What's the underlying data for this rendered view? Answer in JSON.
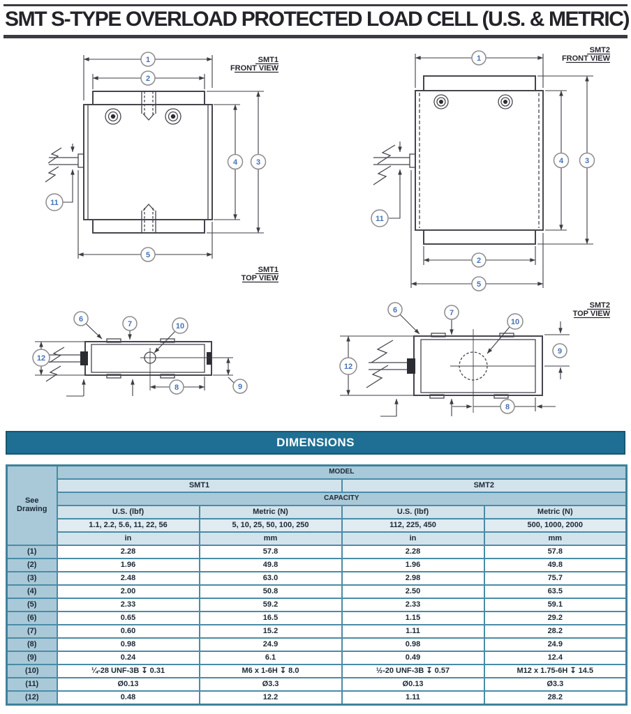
{
  "page": {
    "title": "SMT S-TYPE OVERLOAD PROTECTED LOAD CELL (U.S. & METRIC)"
  },
  "drawings": {
    "smt1_front": {
      "model": "SMT1",
      "view": "FRONT VIEW"
    },
    "smt1_top": {
      "model": "SMT1",
      "view": "TOP VIEW"
    },
    "smt2_front": {
      "model": "SMT2",
      "view": "FRONT VIEW"
    },
    "smt2_top": {
      "model": "SMT2",
      "view": "TOP VIEW"
    },
    "balloons": {
      "b1": "1",
      "b2": "2",
      "b3": "3",
      "b4": "4",
      "b5": "5",
      "b6": "6",
      "b7": "7",
      "b8": "8",
      "b9": "9",
      "b10": "10",
      "b11": "11",
      "b12": "12"
    }
  },
  "dimensions_heading": "DIMENSIONS",
  "table": {
    "headers": {
      "see_drawing": "See Drawing",
      "model": "MODEL",
      "capacity": "CAPACITY",
      "smt1": "SMT1",
      "smt2": "SMT2",
      "us_lbf_1": "U.S. (lbf)",
      "metric_n_1": "Metric (N)",
      "us_lbf_2": "U.S. (lbf)",
      "metric_n_2": "Metric (N)",
      "cap_smt1_us": "1.1, 2.2, 5.6, 11, 22, 56",
      "cap_smt1_metric": "5, 10, 25, 50, 100, 250",
      "cap_smt2_us": "112, 225, 450",
      "cap_smt2_metric": "500, 1000, 2000",
      "unit_in_1": "in",
      "unit_mm_1": "mm",
      "unit_in_2": "in",
      "unit_mm_2": "mm"
    },
    "rows": [
      {
        "ref": "(1)",
        "values": [
          "2.28",
          "57.8",
          "2.28",
          "57.8"
        ]
      },
      {
        "ref": "(2)",
        "values": [
          "1.96",
          "49.8",
          "1.96",
          "49.8"
        ]
      },
      {
        "ref": "(3)",
        "values": [
          "2.48",
          "63.0",
          "2.98",
          "75.7"
        ]
      },
      {
        "ref": "(4)",
        "values": [
          "2.00",
          "50.8",
          "2.50",
          "63.5"
        ]
      },
      {
        "ref": "(5)",
        "values": [
          "2.33",
          "59.2",
          "2.33",
          "59.1"
        ]
      },
      {
        "ref": "(6)",
        "values": [
          "0.65",
          "16.5",
          "1.15",
          "29.2"
        ]
      },
      {
        "ref": "(7)",
        "values": [
          "0.60",
          "15.2",
          "1.11",
          "28.2"
        ]
      },
      {
        "ref": "(8)",
        "values": [
          "0.98",
          "24.9",
          "0.98",
          "24.9"
        ]
      },
      {
        "ref": "(9)",
        "values": [
          "0.24",
          "6.1",
          "0.49",
          "12.4"
        ]
      },
      {
        "ref": "(10)",
        "values": [
          "¼-28 UNF-3B ↧ 0.31",
          "M6 x 1-6H ↧ 8.0",
          "½-20 UNF-3B ↧ 0.57",
          "M12 x 1.75-6H ↧ 14.5"
        ]
      },
      {
        "ref": "(11)",
        "values": [
          "Ø0.13",
          "Ø3.3",
          "Ø0.13",
          "Ø3.3"
        ]
      },
      {
        "ref": "(12)",
        "values": [
          "0.48",
          "12.2",
          "1.11",
          "28.2"
        ]
      }
    ]
  },
  "colors": {
    "band": "#1e6f93",
    "header_medium": "#a9c9d8",
    "header_light": "#d3e3ec",
    "table_border": "#4a8ba6",
    "balloon_text": "#4673b4"
  }
}
